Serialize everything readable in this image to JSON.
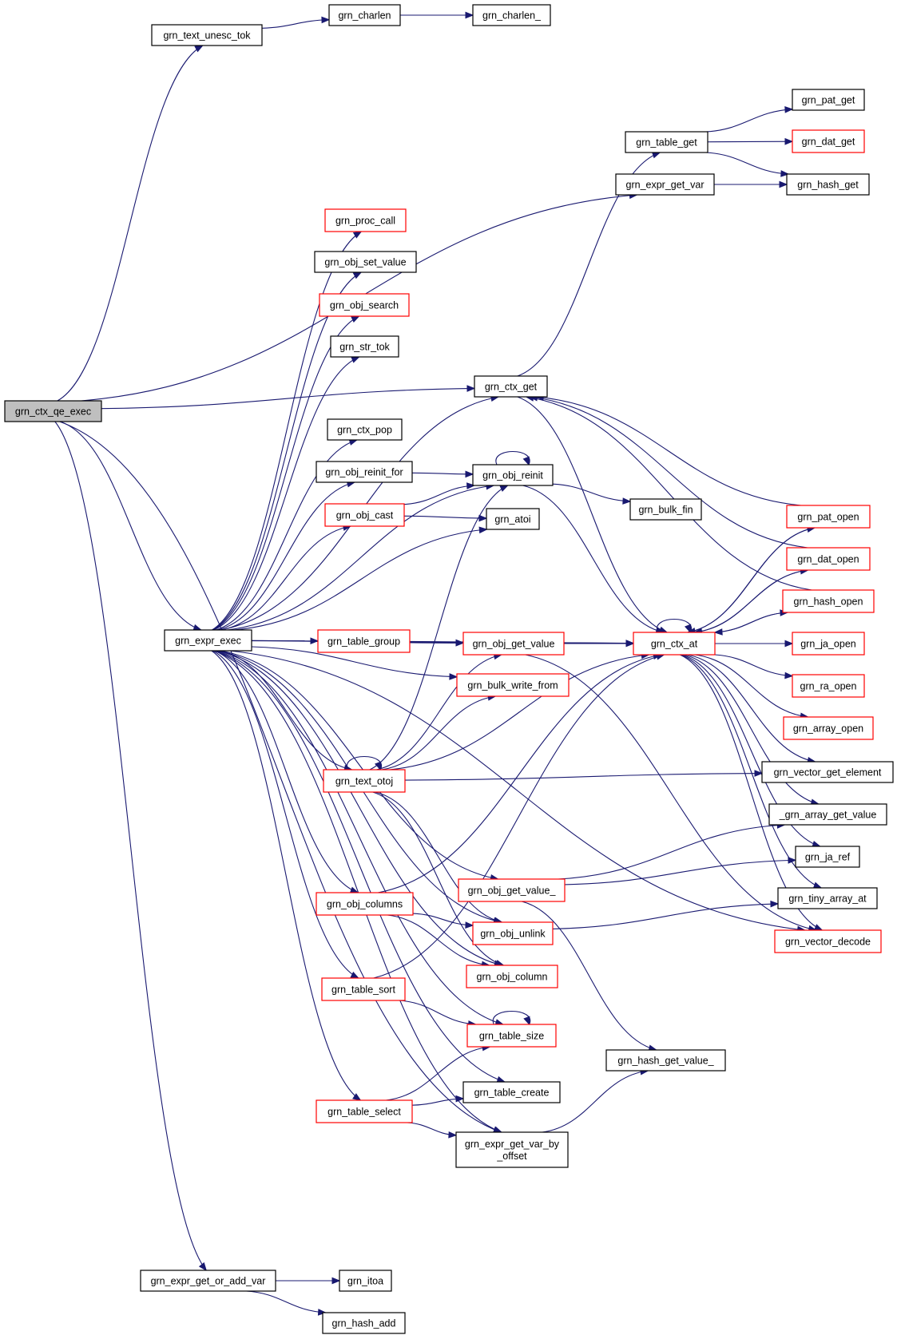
{
  "graph": {
    "colors": {
      "edge": "#191970",
      "node_border": "#000000",
      "node_border_truncated": "#ff0000",
      "root_fill": "#bfbfbf",
      "node_fill": "#ffffff"
    },
    "nodes": [
      {
        "id": "root",
        "label": "grn_ctx_qe_exec",
        "root": true
      },
      {
        "id": "text_unesc_tok",
        "label": "grn_text_unesc_tok"
      },
      {
        "id": "charlen",
        "label": "grn_charlen"
      },
      {
        "id": "charlen_",
        "label": "grn_charlen_"
      },
      {
        "id": "expr_exec",
        "label": "grn_expr_exec"
      },
      {
        "id": "expr_get_or_add_var",
        "label": "grn_expr_get_or_add_var"
      },
      {
        "id": "itoa",
        "label": "grn_itoa"
      },
      {
        "id": "hash_add",
        "label": "grn_hash_add"
      },
      {
        "id": "proc_call",
        "label": "grn_proc_call",
        "red": true
      },
      {
        "id": "obj_set_value",
        "label": "grn_obj_set_value"
      },
      {
        "id": "obj_search",
        "label": "grn_obj_search",
        "red": true
      },
      {
        "id": "str_tok",
        "label": "grn_str_tok"
      },
      {
        "id": "ctx_pop",
        "label": "grn_ctx_pop"
      },
      {
        "id": "obj_reinit_for",
        "label": "grn_obj_reinit_for"
      },
      {
        "id": "obj_cast",
        "label": "grn_obj_cast",
        "red": true
      },
      {
        "id": "table_group",
        "label": "grn_table_group",
        "red": true
      },
      {
        "id": "text_otoj",
        "label": "grn_text_otoj",
        "red": true
      },
      {
        "id": "obj_columns",
        "label": "grn_obj_columns",
        "red": true
      },
      {
        "id": "table_sort",
        "label": "grn_table_sort",
        "red": true
      },
      {
        "id": "table_select",
        "label": "grn_table_select",
        "red": true
      },
      {
        "id": "ctx_get",
        "label": "grn_ctx_get"
      },
      {
        "id": "obj_reinit",
        "label": "grn_obj_reinit"
      },
      {
        "id": "atoi",
        "label": "grn_atoi"
      },
      {
        "id": "obj_get_value",
        "label": "grn_obj_get_value",
        "red": true
      },
      {
        "id": "bulk_write_from",
        "label": "grn_bulk_write_from",
        "red": true
      },
      {
        "id": "obj_get_value_",
        "label": "grn_obj_get_value_",
        "red": true
      },
      {
        "id": "obj_unlink",
        "label": "grn_obj_unlink",
        "red": true
      },
      {
        "id": "obj_column",
        "label": "grn_obj_column",
        "red": true
      },
      {
        "id": "table_size",
        "label": "grn_table_size",
        "red": true
      },
      {
        "id": "table_create",
        "label": "grn_table_create"
      },
      {
        "id": "expr_get_var_by_offset",
        "label": "grn_expr_get_var_by\n_offset"
      },
      {
        "id": "table_get",
        "label": "grn_table_get"
      },
      {
        "id": "expr_get_var",
        "label": "grn_expr_get_var"
      },
      {
        "id": "bulk_fin",
        "label": "grn_bulk_fin"
      },
      {
        "id": "ctx_at",
        "label": "grn_ctx_at",
        "red": true
      },
      {
        "id": "hash_get_value_",
        "label": "grn_hash_get_value_"
      },
      {
        "id": "pat_get",
        "label": "grn_pat_get"
      },
      {
        "id": "dat_get",
        "label": "grn_dat_get",
        "red": true
      },
      {
        "id": "hash_get",
        "label": "grn_hash_get"
      },
      {
        "id": "pat_open",
        "label": "grn_pat_open",
        "red": true
      },
      {
        "id": "dat_open",
        "label": "grn_dat_open",
        "red": true
      },
      {
        "id": "hash_open",
        "label": "grn_hash_open",
        "red": true
      },
      {
        "id": "ja_open",
        "label": "grn_ja_open",
        "red": true
      },
      {
        "id": "ra_open",
        "label": "grn_ra_open",
        "red": true
      },
      {
        "id": "array_open",
        "label": "grn_array_open",
        "red": true
      },
      {
        "id": "vector_get_element",
        "label": "grn_vector_get_element"
      },
      {
        "id": "array_get_value",
        "label": "_grn_array_get_value"
      },
      {
        "id": "ja_ref",
        "label": "grn_ja_ref"
      },
      {
        "id": "tiny_array_at",
        "label": "grn_tiny_array_at"
      },
      {
        "id": "vector_decode",
        "label": "grn_vector_decode",
        "red": true
      }
    ],
    "edges": [
      {
        "from": "root",
        "to": "text_unesc_tok"
      },
      {
        "from": "root",
        "to": "ctx_get"
      },
      {
        "from": "root",
        "to": "expr_get_var"
      },
      {
        "from": "root",
        "to": "expr_exec"
      },
      {
        "from": "root",
        "to": "expr_get_var_by_offset"
      },
      {
        "from": "root",
        "to": "expr_get_or_add_var"
      },
      {
        "from": "text_unesc_tok",
        "to": "charlen"
      },
      {
        "from": "charlen",
        "to": "charlen_"
      },
      {
        "from": "expr_get_or_add_var",
        "to": "itoa"
      },
      {
        "from": "expr_get_or_add_var",
        "to": "hash_add"
      },
      {
        "from": "expr_exec",
        "to": "proc_call"
      },
      {
        "from": "expr_exec",
        "to": "obj_set_value"
      },
      {
        "from": "expr_exec",
        "to": "obj_search"
      },
      {
        "from": "expr_exec",
        "to": "str_tok"
      },
      {
        "from": "expr_exec",
        "to": "ctx_pop"
      },
      {
        "from": "expr_exec",
        "to": "obj_reinit_for"
      },
      {
        "from": "expr_exec",
        "to": "obj_cast"
      },
      {
        "from": "expr_exec",
        "to": "table_group"
      },
      {
        "from": "expr_exec",
        "to": "text_otoj"
      },
      {
        "from": "expr_exec",
        "to": "obj_columns"
      },
      {
        "from": "expr_exec",
        "to": "table_sort"
      },
      {
        "from": "expr_exec",
        "to": "table_select"
      },
      {
        "from": "expr_exec",
        "to": "ctx_get"
      },
      {
        "from": "expr_exec",
        "to": "obj_reinit"
      },
      {
        "from": "expr_exec",
        "to": "atoi"
      },
      {
        "from": "expr_exec",
        "to": "obj_get_value"
      },
      {
        "from": "expr_exec",
        "to": "bulk_write_from"
      },
      {
        "from": "expr_exec",
        "to": "obj_get_value_"
      },
      {
        "from": "expr_exec",
        "to": "obj_unlink"
      },
      {
        "from": "expr_exec",
        "to": "obj_column"
      },
      {
        "from": "expr_exec",
        "to": "table_size"
      },
      {
        "from": "expr_exec",
        "to": "table_create"
      },
      {
        "from": "expr_exec",
        "to": "expr_get_var_by_offset"
      },
      {
        "from": "expr_exec",
        "to": "ctx_at"
      },
      {
        "from": "expr_exec",
        "to": "vector_decode"
      },
      {
        "from": "obj_reinit_for",
        "to": "obj_reinit"
      },
      {
        "from": "obj_cast",
        "to": "obj_reinit"
      },
      {
        "from": "obj_cast",
        "to": "atoi"
      },
      {
        "from": "table_group",
        "to": "obj_get_value"
      },
      {
        "from": "table_group",
        "to": "ctx_at"
      },
      {
        "from": "text_otoj",
        "to": "text_otoj"
      },
      {
        "from": "text_otoj",
        "to": "obj_reinit"
      },
      {
        "from": "text_otoj",
        "to": "obj_get_value"
      },
      {
        "from": "text_otoj",
        "to": "bulk_write_from"
      },
      {
        "from": "text_otoj",
        "to": "ctx_at"
      },
      {
        "from": "text_otoj",
        "to": "vector_get_element"
      },
      {
        "from": "text_otoj",
        "to": "obj_unlink"
      },
      {
        "from": "text_otoj",
        "to": "obj_column"
      },
      {
        "from": "obj_columns",
        "to": "obj_unlink"
      },
      {
        "from": "obj_columns",
        "to": "obj_column"
      },
      {
        "from": "obj_columns",
        "to": "ctx_at"
      },
      {
        "from": "table_sort",
        "to": "ctx_at"
      },
      {
        "from": "table_sort",
        "to": "table_size"
      },
      {
        "from": "table_select",
        "to": "table_size"
      },
      {
        "from": "table_select",
        "to": "table_create"
      },
      {
        "from": "table_select",
        "to": "expr_get_var_by_offset"
      },
      {
        "from": "ctx_get",
        "to": "table_get"
      },
      {
        "from": "ctx_get",
        "to": "ctx_at"
      },
      {
        "from": "obj_reinit",
        "to": "obj_reinit"
      },
      {
        "from": "obj_reinit",
        "to": "bulk_fin"
      },
      {
        "from": "obj_reinit",
        "to": "ctx_at"
      },
      {
        "from": "obj_get_value",
        "to": "ctx_at"
      },
      {
        "from": "obj_get_value",
        "to": "vector_decode"
      },
      {
        "from": "obj_get_value_",
        "to": "array_get_value"
      },
      {
        "from": "obj_get_value_",
        "to": "ja_ref"
      },
      {
        "from": "obj_get_value_",
        "to": "hash_get_value_"
      },
      {
        "from": "obj_unlink",
        "to": "tiny_array_at"
      },
      {
        "from": "table_size",
        "to": "table_size"
      },
      {
        "from": "expr_get_var_by_offset",
        "to": "hash_get_value_"
      },
      {
        "from": "table_get",
        "to": "pat_get"
      },
      {
        "from": "table_get",
        "to": "dat_get"
      },
      {
        "from": "table_get",
        "to": "hash_get"
      },
      {
        "from": "expr_get_var",
        "to": "hash_get"
      },
      {
        "from": "ctx_at",
        "to": "ctx_at"
      },
      {
        "from": "ctx_at",
        "to": "pat_open"
      },
      {
        "from": "ctx_at",
        "to": "dat_open"
      },
      {
        "from": "ctx_at",
        "to": "hash_open"
      },
      {
        "from": "ctx_at",
        "to": "ja_open"
      },
      {
        "from": "ctx_at",
        "to": "ra_open"
      },
      {
        "from": "ctx_at",
        "to": "array_open"
      },
      {
        "from": "ctx_at",
        "to": "vector_get_element"
      },
      {
        "from": "ctx_at",
        "to": "array_get_value"
      },
      {
        "from": "ctx_at",
        "to": "ja_ref"
      },
      {
        "from": "ctx_at",
        "to": "tiny_array_at"
      },
      {
        "from": "ctx_at",
        "to": "vector_decode"
      },
      {
        "from": "pat_open",
        "to": "ctx_get"
      },
      {
        "from": "pat_open",
        "to": "ctx_at"
      },
      {
        "from": "dat_open",
        "to": "ctx_get"
      },
      {
        "from": "dat_open",
        "to": "ctx_at"
      },
      {
        "from": "hash_open",
        "to": "ctx_get"
      },
      {
        "from": "hash_open",
        "to": "ctx_at"
      }
    ]
  }
}
